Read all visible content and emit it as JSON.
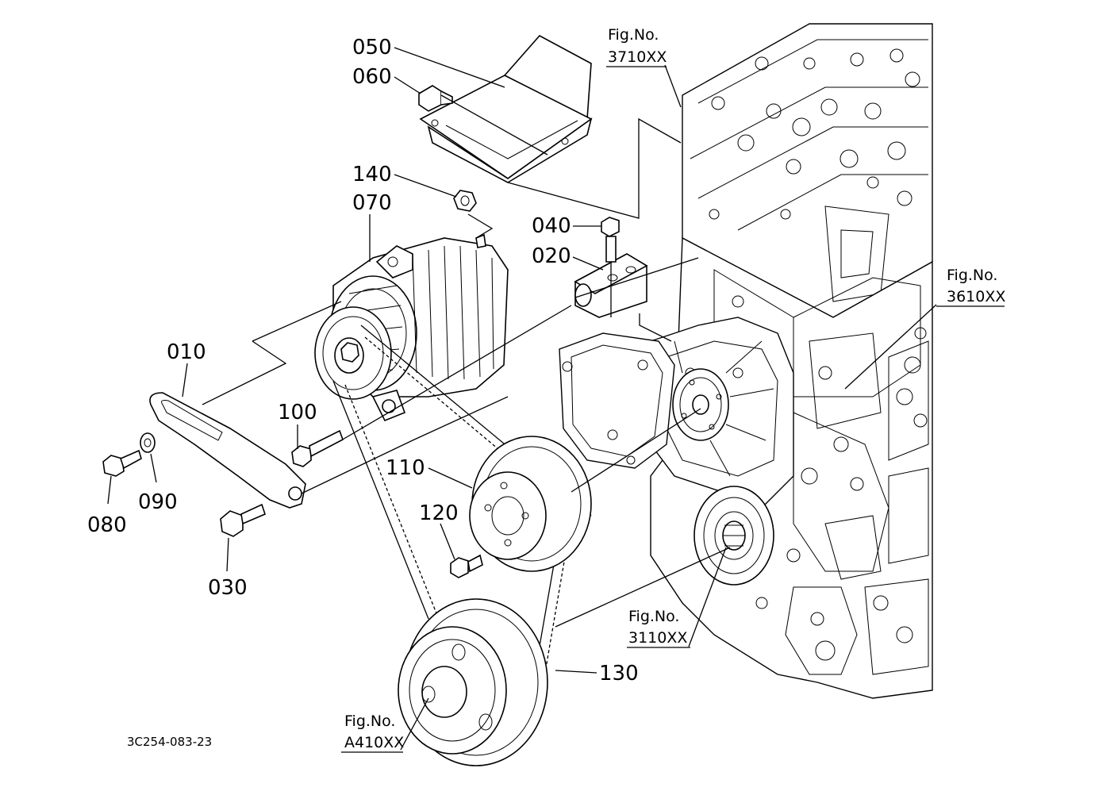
{
  "drawing_code": "3C254-083-23",
  "parts": [
    {
      "id": "p010",
      "number": "010"
    },
    {
      "id": "p020",
      "number": "020"
    },
    {
      "id": "p030",
      "number": "030"
    },
    {
      "id": "p040",
      "number": "040"
    },
    {
      "id": "p050",
      "number": "050"
    },
    {
      "id": "p060",
      "number": "060"
    },
    {
      "id": "p070",
      "number": "070"
    },
    {
      "id": "p080",
      "number": "080"
    },
    {
      "id": "p090",
      "number": "090"
    },
    {
      "id": "p100",
      "number": "100"
    },
    {
      "id": "p110",
      "number": "110"
    },
    {
      "id": "p120",
      "number": "120"
    },
    {
      "id": "p130",
      "number": "130"
    },
    {
      "id": "p140",
      "number": "140"
    }
  ],
  "figure_refs": [
    {
      "id": "fig3710",
      "label": "Fig.No.",
      "number": "3710XX"
    },
    {
      "id": "fig3610",
      "label": "Fig.No.",
      "number": "3610XX"
    },
    {
      "id": "fig3110",
      "label": "Fig.No.",
      "number": "3110XX"
    },
    {
      "id": "figA410",
      "label": "Fig.No.",
      "number": "A410XX"
    }
  ]
}
